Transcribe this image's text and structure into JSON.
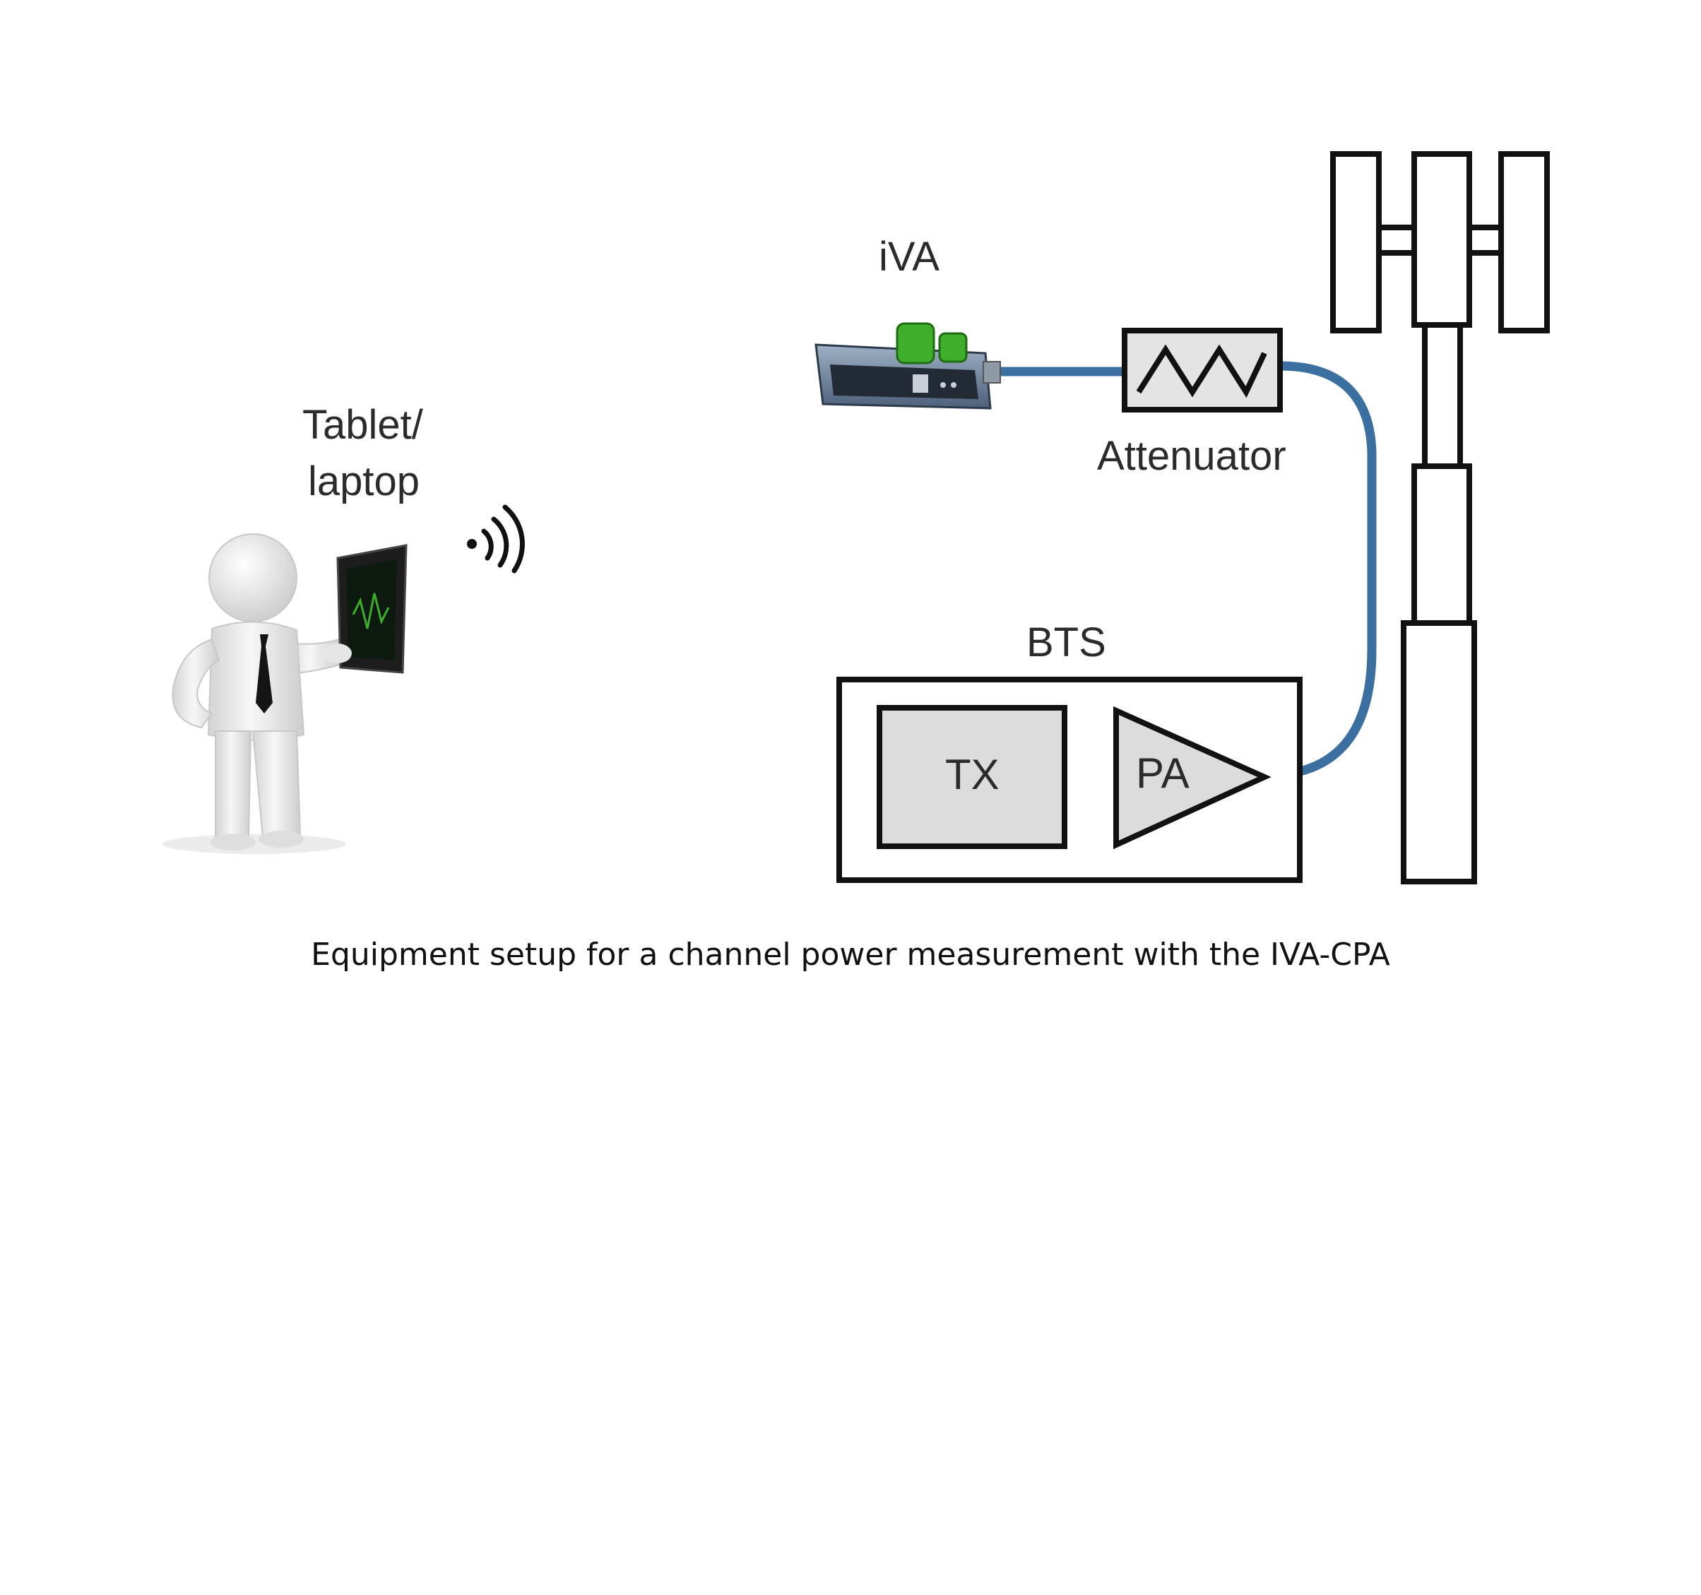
{
  "labels": {
    "tablet_line1": "Tablet/",
    "tablet_line2": "laptop",
    "iva": "iVA",
    "attenuator": "Attenuator",
    "bts": "BTS",
    "tx": "TX",
    "pa": "PA"
  },
  "caption": "Equipment setup for a channel power measurement with the IVA-CPA",
  "icons": {
    "person": "person-with-tablet-icon",
    "wireless": "wireless-signal-icon",
    "iva_device": "iva-device-icon",
    "attenuator": "attenuator-zigzag-icon",
    "tower": "cell-tower-icon"
  },
  "colors": {
    "cable": "#3a6fa0",
    "box_fill": "#dcdcdc",
    "outline": "#111111",
    "device_green": "#3fae2a"
  }
}
